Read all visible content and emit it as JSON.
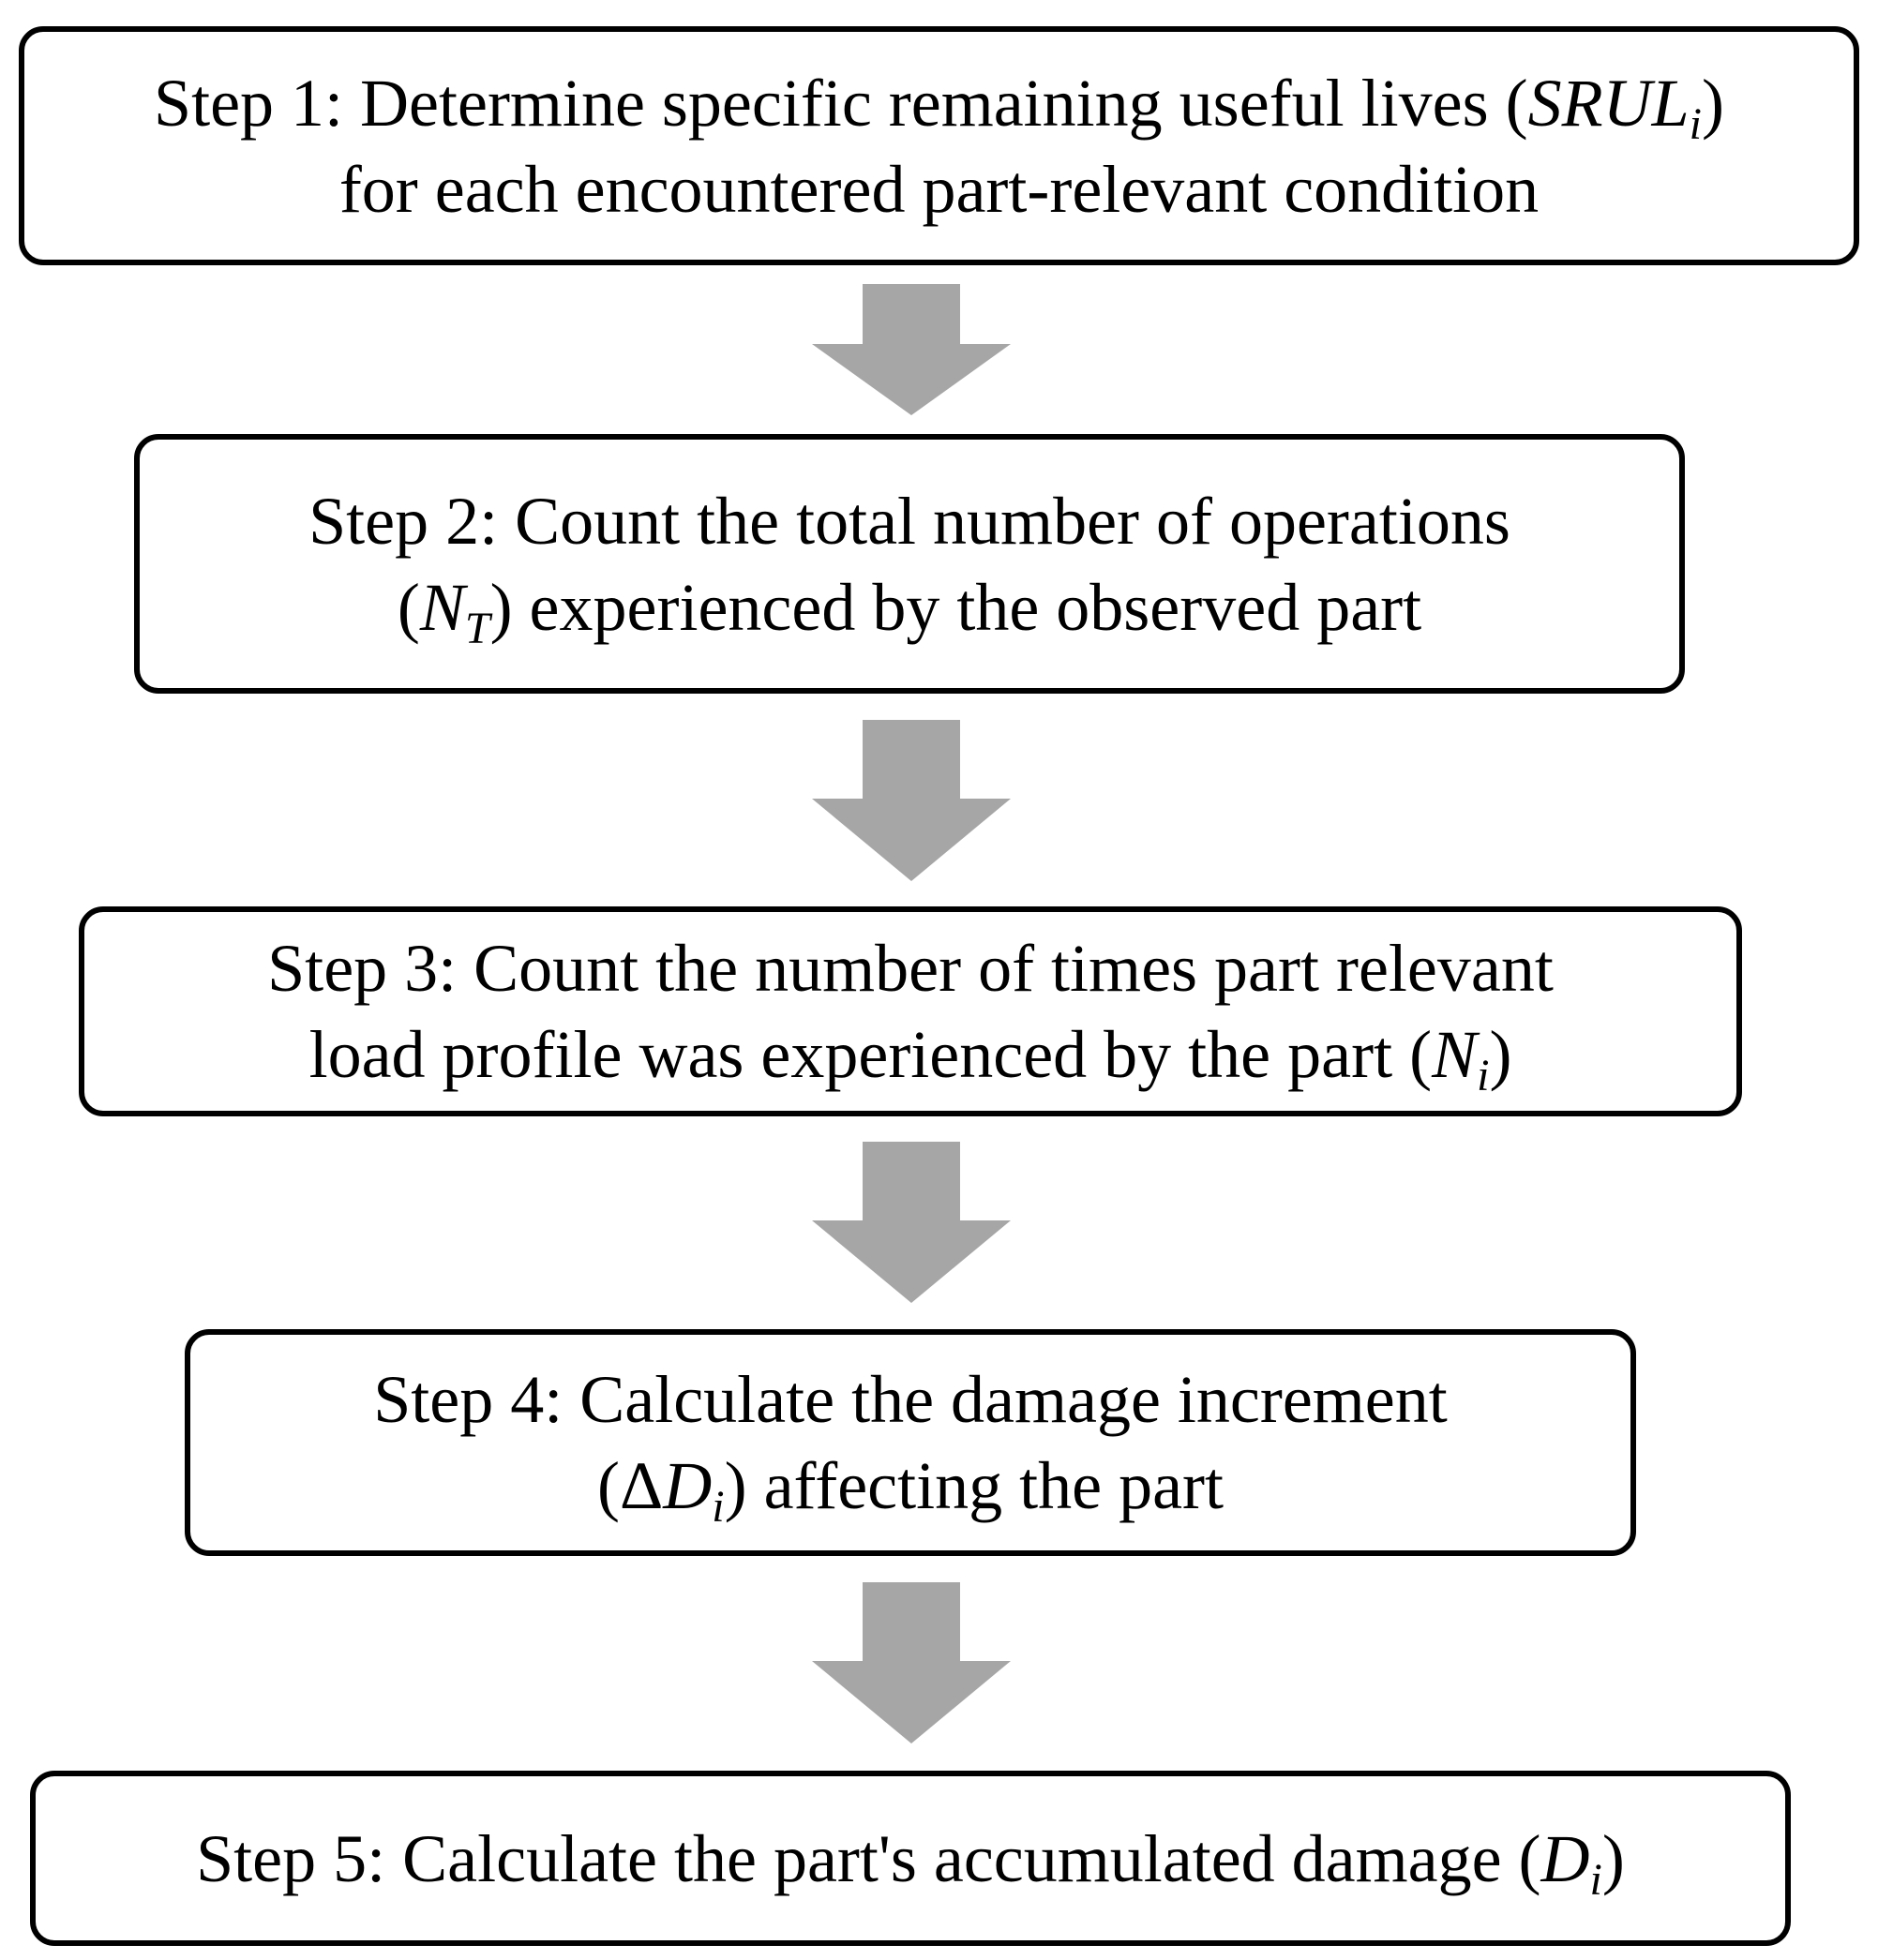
{
  "colors": {
    "box_border": "#000000",
    "box_fill": "#ffffff",
    "arrow_fill": "#a6a6a6",
    "text": "#000000"
  },
  "steps": [
    {
      "line1": "Step 1: Determine specific remaining useful lives (",
      "var": "SRUL",
      "sub": "i",
      "line1_end": ")",
      "line2": "for each encountered part-relevant condition"
    },
    {
      "line1": "Step 2: Count the total number of operations",
      "line2_start": "(",
      "var": "N",
      "sub": "T",
      "line2_end": ") experienced by the observed part"
    },
    {
      "line1": "Step 3: Count the number of times part relevant",
      "line2_start": "load profile was experienced by the part (",
      "var": "N",
      "sub": "i",
      "line2_end": ")"
    },
    {
      "line1": "Step 4: Calculate the damage increment",
      "line2_start": "(ΔD",
      "sub": "i",
      "line2_end": ") affecting the part"
    },
    {
      "line1": "Step 5: Calculate the part's accumulated damage (",
      "var": "D",
      "sub": "i",
      "line1_end": ")"
    }
  ],
  "arrows": [
    {
      "icon": "down-arrow-icon"
    },
    {
      "icon": "down-arrow-icon"
    },
    {
      "icon": "down-arrow-icon"
    },
    {
      "icon": "down-arrow-icon"
    }
  ]
}
